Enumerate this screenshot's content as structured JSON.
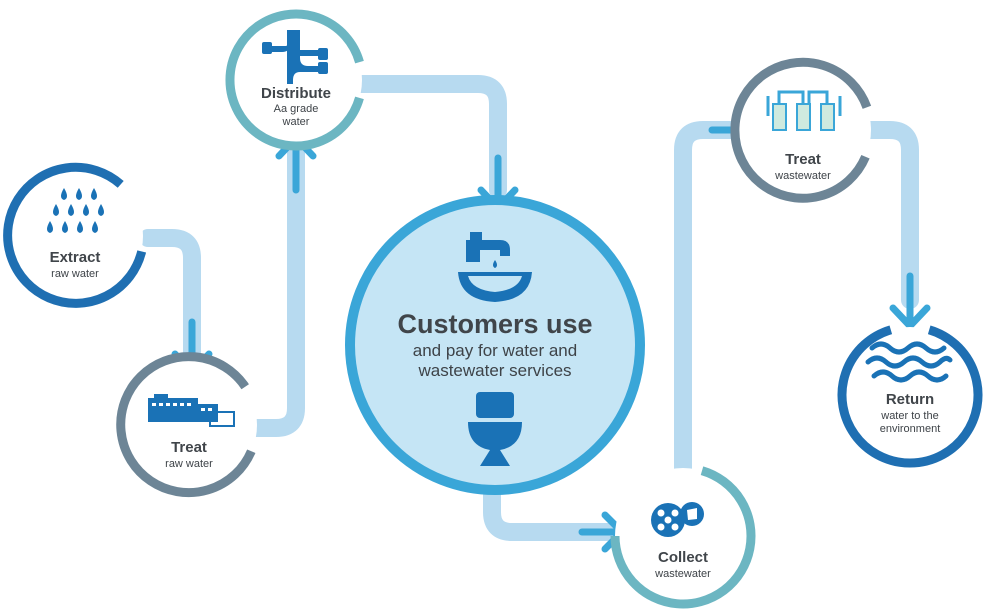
{
  "colors": {
    "pipe": "#b7daf0",
    "arrow": "#3aa6d8",
    "icon": "#1a72b6",
    "text_dark": "#40454a",
    "text_body": "#3e4348",
    "ring_blue_dark": "#1f6fb2",
    "ring_blue_mid": "#3aa6d8",
    "ring_teal": "#6cb6c2",
    "ring_slate": "#6d8596",
    "center_fill": "#c5e5f5",
    "pale_green": "#cfeadf"
  },
  "nodes": {
    "extract": {
      "title": "Extract",
      "sub1": "raw water",
      "sub2": "",
      "icon": "rain-drops-icon"
    },
    "treat_raw": {
      "title": "Treat",
      "sub1": "raw water",
      "sub2": "",
      "icon": "treatment-plant-icon"
    },
    "distribute": {
      "title": "Distribute",
      "sub1": "Aa grade",
      "sub2": "water",
      "icon": "pipe-junction-icon"
    },
    "treat_waste": {
      "title": "Treat",
      "sub1": "wastewater",
      "sub2": "",
      "icon": "treatment-pipes-icon"
    },
    "collect": {
      "title": "Collect",
      "sub1": "wastewater",
      "sub2": "",
      "icon": "drain-grate-icon"
    },
    "return": {
      "title": "Return",
      "sub1": "water to the",
      "sub2": "environment",
      "icon": "waves-icon"
    }
  },
  "center": {
    "title": "Customers use",
    "line1": "and pay for water and",
    "line2": "wastewater services",
    "icon_top": "tap-basin-icon",
    "icon_bottom": "toilet-icon"
  }
}
